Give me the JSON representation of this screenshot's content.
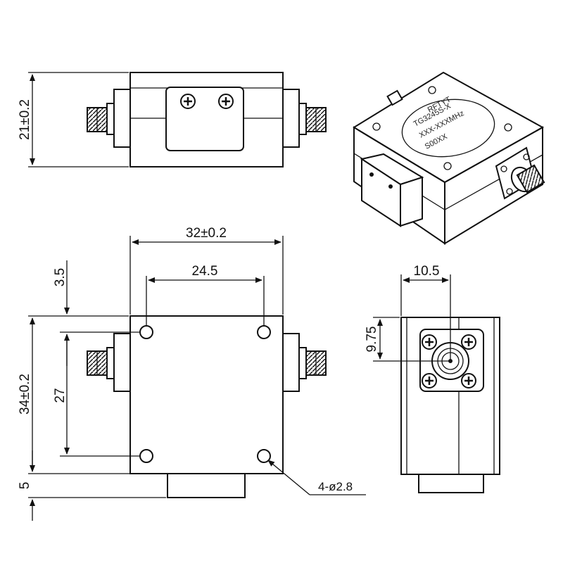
{
  "dimensions": {
    "height": "21±0.2",
    "width": "32±0.2",
    "hole_spacing_x": "24.5",
    "hole_offset_top": "3.5",
    "depth": "34±0.2",
    "hole_spacing_y": "27",
    "base_offset": "5",
    "holes": "4-ø2.8",
    "connector_x": "10.5",
    "connector_y": "9.75"
  },
  "product_label": {
    "brand": "RFTYT",
    "line1": "TG3245S-X",
    "line2": "XXX-XXXMHz",
    "line3": "S00XX"
  },
  "icons": {
    "screw": "phillips-screw-icon",
    "connector": "sma-connector-icon",
    "arrow": "dimension-arrow-icon"
  }
}
